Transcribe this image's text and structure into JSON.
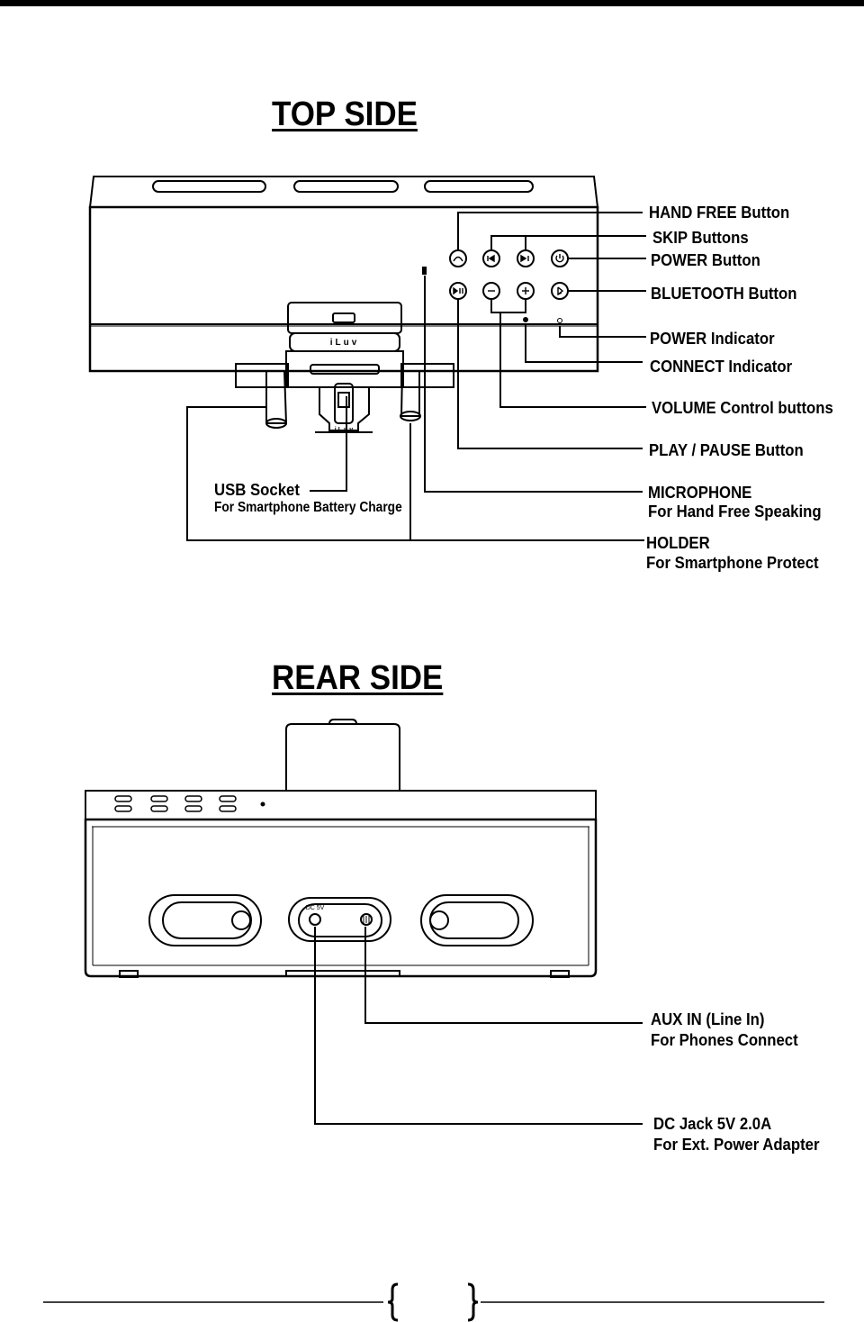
{
  "top": {
    "title": "TOP SIDE",
    "callouts": {
      "hand_free": "HAND FREE Button",
      "skip": "SKIP Buttons",
      "power_button": "POWER Button",
      "bluetooth": "BLUETOOTH Button",
      "power_indicator": "POWER Indicator",
      "connect_indicator": "CONNECT  Indicator",
      "volume": "VOLUME Control buttons",
      "play_pause": "PLAY / PAUSE Button",
      "microphone": "MICROPHONE",
      "microphone_sub": "For Hand Free Speaking",
      "holder": "HOLDER",
      "holder_sub": "For Smartphone Protect",
      "usb": "USB Socket",
      "usb_sub": "For Smartphone Battery Charge"
    },
    "brand": "iLuv"
  },
  "rear": {
    "title": "REAR SIDE",
    "callouts": {
      "aux": "AUX IN (Line In)",
      "aux_sub": "For Phones Connect",
      "dc": "DC Jack 5V 2.0A",
      "dc_sub": "For Ext. Power Adapter"
    },
    "jack_label": "DC 5V"
  },
  "footer": {
    "page_number": ""
  }
}
